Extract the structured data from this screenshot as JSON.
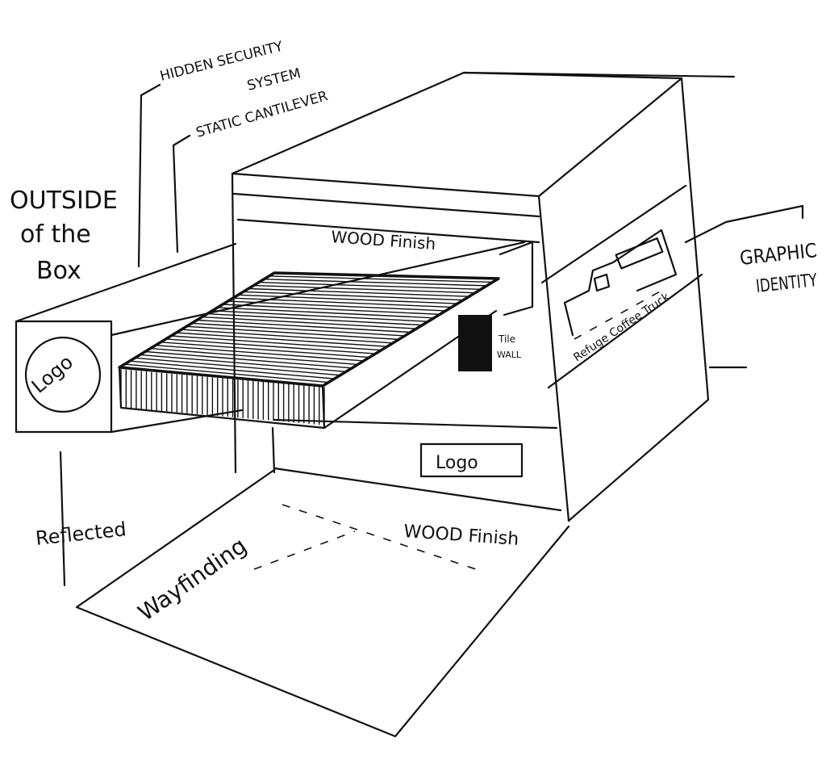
{
  "title_note": "OUTSIDE of the Box",
  "title_lines": [
    "OUTSIDE",
    "of the",
    "Box"
  ],
  "callouts": {
    "hidden_security": [
      "HIDDEN SECURITY",
      "SYSTEM"
    ],
    "static_cantilever": "STATIC CANTILEVER",
    "graphic_identity": [
      "GRAPHIC",
      "IDENTITY"
    ],
    "tile_wall": [
      "Tile",
      "WALL"
    ],
    "reflected": "Reflected",
    "wayfinding": "Wayfinding"
  },
  "surface_labels": {
    "wood_finish_upper": "WOOD Finish",
    "wood_finish_floor": "WOOD Finish"
  },
  "branding": {
    "logo_cube": "Logo",
    "logo_front": "Logo",
    "truck_text": "Refuge Coffee Truck"
  }
}
